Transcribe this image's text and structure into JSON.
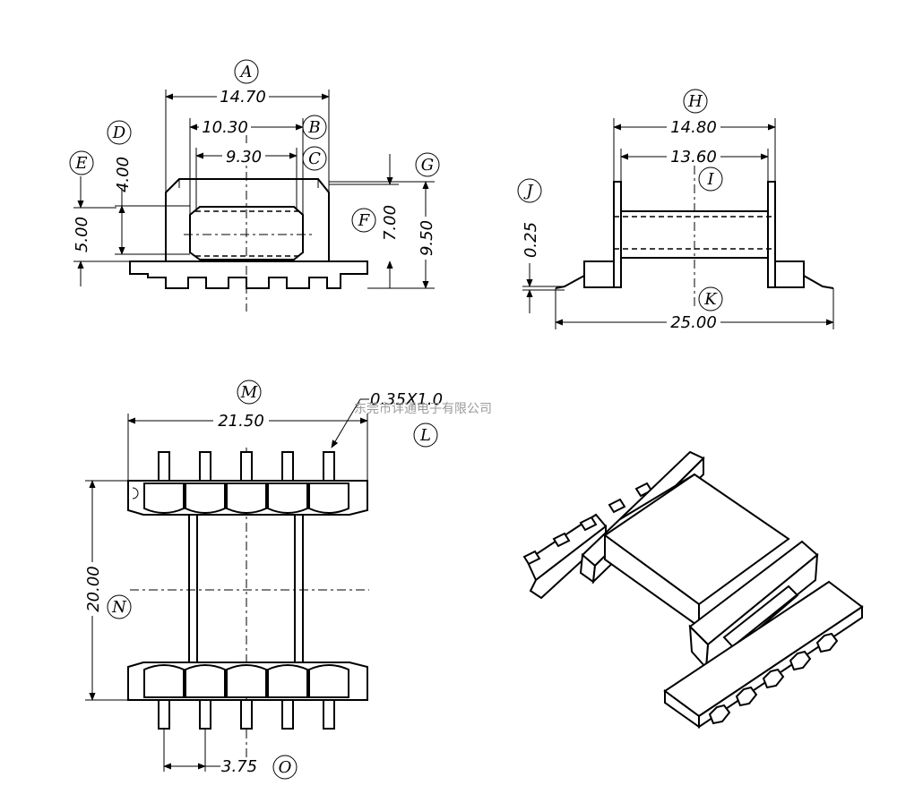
{
  "dimensions": {
    "front_width": "14.70",
    "front_inner_width": "10.30",
    "front_window_width": "9.30",
    "front_window_height": "4.00",
    "front_base_height": "5.00",
    "front_flange_height": "7.00",
    "front_total_height": "9.50",
    "side_width": "14.80",
    "side_inner_width": "13.60",
    "side_standoff": "0.25",
    "side_total_width": "25.00",
    "top_width": "21.50",
    "top_pin_size": "0.35X1.0",
    "top_length": "20.00",
    "top_pin_pitch": "3.75"
  },
  "labels": {
    "a": "A",
    "b": "B",
    "c": "C",
    "d": "D",
    "e": "E",
    "f": "F",
    "g": "G",
    "h": "H",
    "i": "I",
    "j": "J",
    "k": "K",
    "l": "L",
    "m": "M",
    "n": "N",
    "o": "O"
  },
  "watermark": "东莞市详通电子有限公司"
}
